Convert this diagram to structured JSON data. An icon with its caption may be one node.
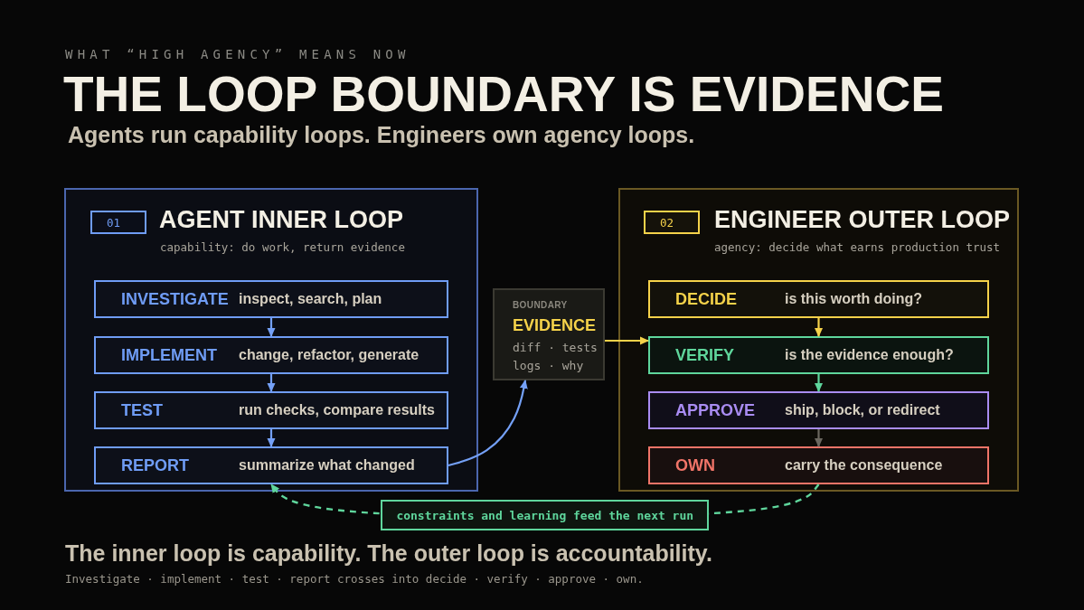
{
  "diagram": {
    "title": "THE LOOP BOUNDARY IS EVIDENCE",
    "nodes": [
      {
        "text": [
          "AGENT INNER LOOP",
          "capability: do work, return evidence"
        ]
      },
      {
        "text": [
          "01"
        ],
        "in": 0
      },
      {
        "text": [
          "INVESTIGATE",
          "inspect, search, plan"
        ],
        "in": 0
      },
      {
        "text": [
          "IMPLEMENT",
          "change, refactor, generate"
        ],
        "in": 0
      },
      {
        "text": [
          "TEST",
          "run checks, compare results"
        ],
        "in": 0
      },
      {
        "text": [
          "REPORT",
          "summarize what changed"
        ],
        "in": 0
      },
      {
        "text": [
          "BOUNDARY",
          "EVIDENCE",
          "diff · tests",
          "logs · why"
        ]
      },
      {
        "text": [
          "ENGINEER OUTER LOOP",
          "agency: decide what earns production trust"
        ]
      },
      {
        "text": [
          "02"
        ],
        "in": 7
      },
      {
        "text": [
          "DECIDE",
          "is this worth doing?"
        ],
        "in": 7
      },
      {
        "text": [
          "VERIFY",
          "is the evidence enough?"
        ],
        "in": 7
      },
      {
        "text": [
          "APPROVE",
          "ship, block, or redirect"
        ],
        "in": 7
      },
      {
        "text": [
          "OWN",
          "carry the consequence"
        ],
        "in": 7
      }
    ],
    "edges": [
      {
        "from": 2,
        "to": 3,
        "arrow": "to"
      },
      {
        "from": 3,
        "to": 4,
        "arrow": "to"
      },
      {
        "from": 4,
        "to": 5,
        "arrow": "to"
      },
      {
        "from": 5,
        "to": 6,
        "arrow": "to"
      },
      {
        "from": 6,
        "to": 10,
        "arrow": "to",
        "color": "#f5d24a"
      },
      {
        "from": 9,
        "to": 10,
        "arrow": "to",
        "color": "#f5d24a"
      },
      {
        "from": 10,
        "to": 11,
        "arrow": "to",
        "color": "#5fd69c"
      },
      {
        "from": 11,
        "to": 12,
        "arrow": "to",
        "color": "#6c6860"
      },
      {
        "from": 12,
        "to": 5,
        "arrow": "to",
        "label": "constraints and learning feed the next run",
        "style": "dashed",
        "color": "#5fd69c"
      }
    ],
    "labels": [
      "WHAT “HIGH AGENCY” MEANS NOW",
      "Agents run capability loops. Engineers own agency loops.",
      "The inner loop is capability. The outer loop is accountability.",
      "Investigate · implement · test · report crosses into decide · verify · approve · own."
    ]
  }
}
